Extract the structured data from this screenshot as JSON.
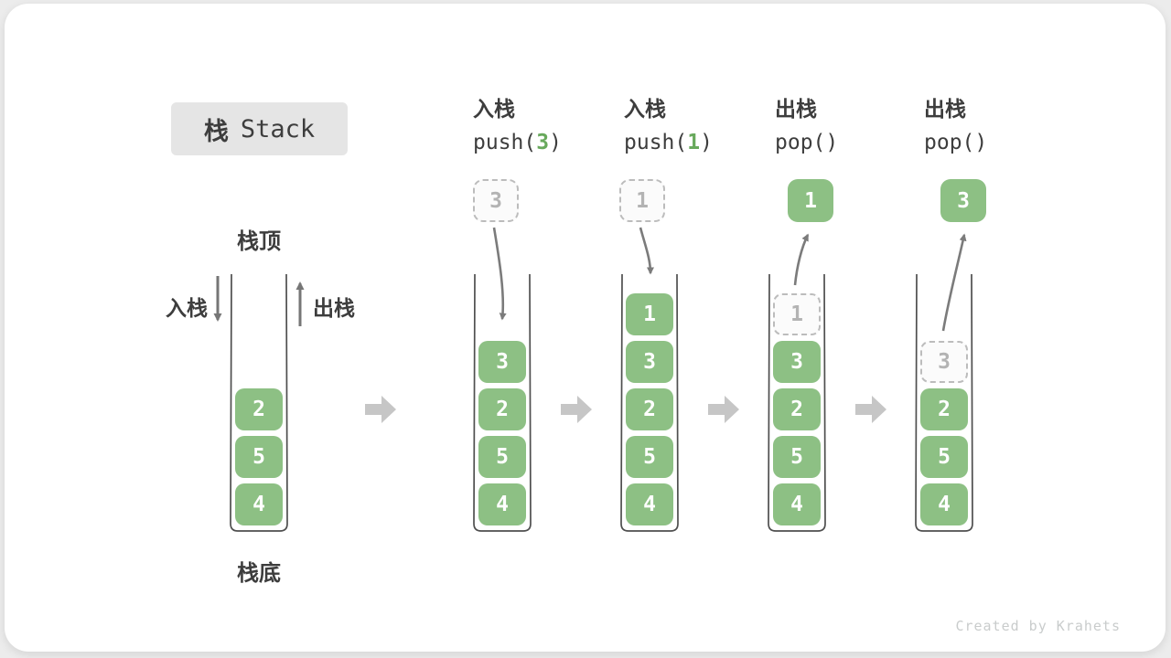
{
  "page": {
    "title_zh": "栈",
    "title_en": "Stack",
    "label_stack_top": "栈顶",
    "label_stack_bottom": "栈底",
    "label_push": "入栈",
    "label_pop": "出栈",
    "watermark": "Created by Krahets"
  },
  "colors": {
    "cell_green": "#8dc084",
    "code_arg_green": "#68a95c",
    "text_dark": "#3d3d3d",
    "curved_arrow_gray": "#7b7b7b",
    "stage_arrow_gray": "#c6c6c6",
    "dashed_border_gray": "#bcbcbc",
    "title_box_bg": "#e5e5e5",
    "watermark_gray": "#c9cccc"
  },
  "operations": [
    {
      "label": "入栈",
      "code_pre": "push(",
      "code_arg": "3",
      "code_post": ")"
    },
    {
      "label": "入栈",
      "code_pre": "push(",
      "code_arg": "1",
      "code_post": ")"
    },
    {
      "label": "出栈",
      "code_pre": "pop(",
      "code_arg": "",
      "code_post": ")"
    },
    {
      "label": "出栈",
      "code_pre": "pop(",
      "code_arg": "",
      "code_post": ")"
    }
  ],
  "stacks": [
    {
      "name": "initial-stack",
      "floating": null,
      "cells": [
        {
          "row": 3,
          "value": "2",
          "style": "green"
        },
        {
          "row": 4,
          "value": "5",
          "style": "green"
        },
        {
          "row": 5,
          "value": "4",
          "style": "green"
        }
      ]
    },
    {
      "name": "stack-after-push-3",
      "floating": {
        "value": "3",
        "style": "dashed"
      },
      "cells": [
        {
          "row": 2,
          "value": "3",
          "style": "green"
        },
        {
          "row": 3,
          "value": "2",
          "style": "green"
        },
        {
          "row": 4,
          "value": "5",
          "style": "green"
        },
        {
          "row": 5,
          "value": "4",
          "style": "green"
        }
      ]
    },
    {
      "name": "stack-after-push-1",
      "floating": {
        "value": "1",
        "style": "dashed"
      },
      "cells": [
        {
          "row": 1,
          "value": "1",
          "style": "green"
        },
        {
          "row": 2,
          "value": "3",
          "style": "green"
        },
        {
          "row": 3,
          "value": "2",
          "style": "green"
        },
        {
          "row": 4,
          "value": "5",
          "style": "green"
        },
        {
          "row": 5,
          "value": "4",
          "style": "green"
        }
      ]
    },
    {
      "name": "stack-after-pop-1",
      "floating": {
        "value": "1",
        "style": "green"
      },
      "cells": [
        {
          "row": 1,
          "value": "1",
          "style": "dashed"
        },
        {
          "row": 2,
          "value": "3",
          "style": "green"
        },
        {
          "row": 3,
          "value": "2",
          "style": "green"
        },
        {
          "row": 4,
          "value": "5",
          "style": "green"
        },
        {
          "row": 5,
          "value": "4",
          "style": "green"
        }
      ]
    },
    {
      "name": "stack-after-pop-3",
      "floating": {
        "value": "3",
        "style": "green"
      },
      "cells": [
        {
          "row": 2,
          "value": "3",
          "style": "dashed"
        },
        {
          "row": 3,
          "value": "2",
          "style": "green"
        },
        {
          "row": 4,
          "value": "5",
          "style": "green"
        },
        {
          "row": 5,
          "value": "4",
          "style": "green"
        }
      ]
    }
  ]
}
